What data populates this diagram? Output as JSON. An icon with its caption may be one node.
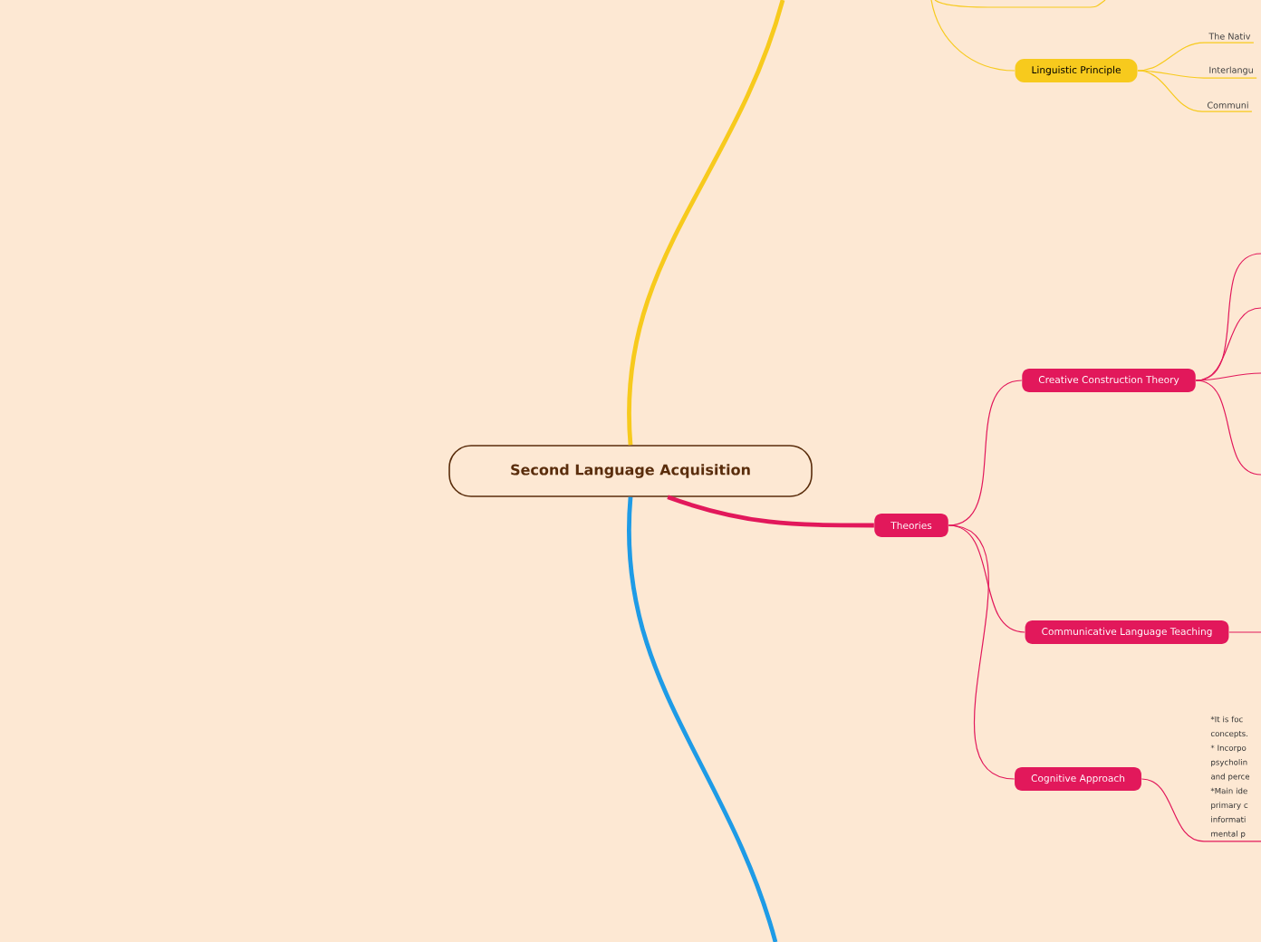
{
  "diagram": {
    "nodes": [
      {
        "text": [
          "Second Language Acquisition"
        ]
      },
      {
        "text": [
          "Linguistic Principle"
        ]
      },
      {
        "text": [
          "The Nativ"
        ]
      },
      {
        "text": [
          "Interlangu"
        ]
      },
      {
        "text": [
          "Communi"
        ]
      },
      {
        "text": [
          "Theories"
        ]
      },
      {
        "text": [
          "Creative Construction Theory"
        ]
      },
      {
        "text": [
          "Communicative Language Teaching"
        ]
      },
      {
        "text": [
          "Cognitive Approach"
        ]
      },
      {
        "text": [
          "*It is foc concepts. * Incorpo psycholin and perce *Main ide primary c informati mental p"
        ]
      }
    ],
    "edges": [
      {
        "from": 0,
        "to": null,
        "arrow": "none",
        "style": "thick",
        "color": "#f7ca1d"
      },
      {
        "from": 0,
        "to": null,
        "arrow": "none",
        "style": "thick",
        "color": "#1e9be6"
      },
      {
        "from": 0,
        "to": 5,
        "arrow": "none",
        "style": "thick"
      },
      {
        "from": null,
        "to": 1,
        "arrow": "none",
        "color": "#f7ca1d"
      },
      {
        "from": 1,
        "to": 2,
        "arrow": "none",
        "color": "#f7ca1d"
      },
      {
        "from": 1,
        "to": 3,
        "arrow": "none",
        "color": "#f7ca1d"
      },
      {
        "from": 1,
        "to": 4,
        "arrow": "none",
        "color": "#f7ca1d"
      },
      {
        "from": 5,
        "to": 6,
        "arrow": "none"
      },
      {
        "from": 5,
        "to": 7,
        "arrow": "none"
      },
      {
        "from": 5,
        "to": 8,
        "arrow": "none"
      },
      {
        "from": 6,
        "to": null,
        "arrow": "none"
      },
      {
        "from": 6,
        "to": null,
        "arrow": "none"
      },
      {
        "from": 6,
        "to": null,
        "arrow": "none"
      },
      {
        "from": 6,
        "to": null,
        "arrow": "none"
      },
      {
        "from": 7,
        "to": null,
        "arrow": "none"
      },
      {
        "from": 8,
        "to": 9,
        "arrow": "none"
      }
    ]
  }
}
